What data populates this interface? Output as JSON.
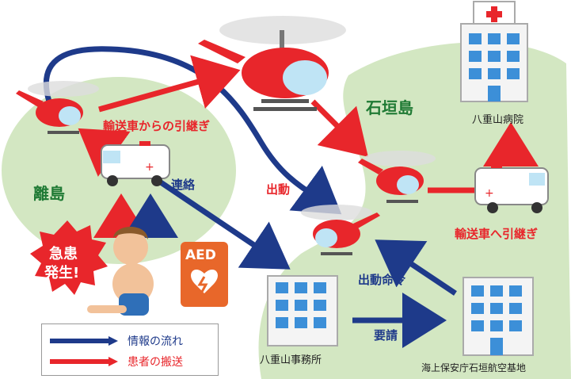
{
  "labels": {
    "handoff_from_ambulance": "輸送車からの引継ぎ",
    "contact": "連絡",
    "dispatch": "出動",
    "dispatch_order": "出動命令",
    "request": "要請",
    "handoff_to_ambulance": "輸送車へ引継ぎ"
  },
  "places": {
    "remote_island": "離島",
    "ishigaki_island": "石垣島",
    "hospital": "八重山病院",
    "office": "八重山事務所",
    "coast_guard_base": "海上保安庁石垣航空基地"
  },
  "emergency_badge": {
    "line1": "急患",
    "line2": "発生!"
  },
  "aed_label": "AED",
  "legend": {
    "info_flow": "情報の流れ",
    "patient_transport": "患者の搬送"
  },
  "colors": {
    "info_flow": "#1e3a8a",
    "patient_transport": "#e8262b",
    "island_green": "#d3e7c2",
    "aed_orange": "#e8672a"
  }
}
